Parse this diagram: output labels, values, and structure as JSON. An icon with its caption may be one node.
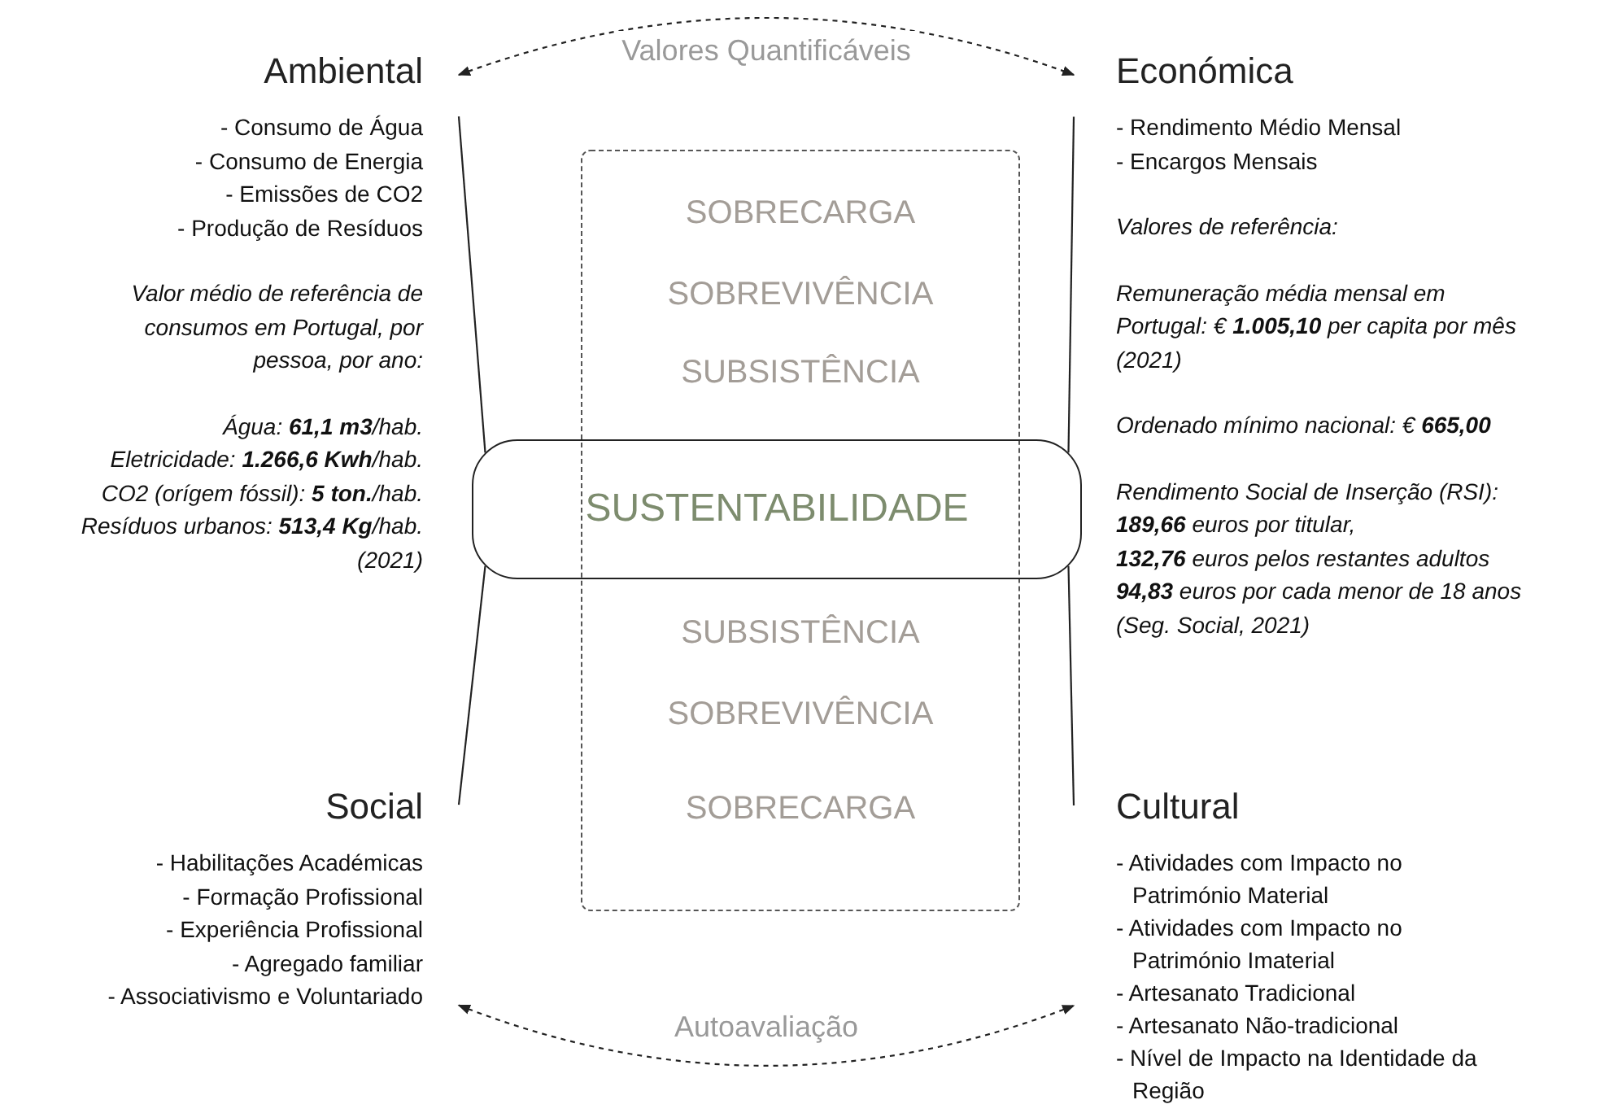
{
  "diagram": {
    "nodes": [
      {
        "text": [
          "Ambiental",
          "- Consumo de Água",
          "- Consumo de Energia",
          "- Emissões de CO2",
          "- Produção de Resíduos",
          "Valor médio de referência de consumos em Portugal, por pessoa, por ano:",
          "Água: **61,1 m3**/hab.",
          "Eletricidade: **1.266,6 Kwh**/hab.",
          "CO2 (orígem fóssil): **5 ton.**/hab.",
          "Resíduos urbanos: **513,4 Kg**/hab.",
          "(2021)"
        ]
      },
      {
        "text": [
          "Económica",
          "- Rendimento Médio Mensal",
          "- Encargos Mensais",
          "Valores de referência:",
          "Remuneração média mensal em Portugal: € **1.005,10** per capita por mês (2021)",
          "Ordenado mínimo nacional: € **665,00**",
          "Rendimento Social de Inserção (RSI):",
          "**189,66** euros por titular,",
          "**132,76** euros pelos restantes adultos",
          "**94,83** euros por cada menor de 18 anos",
          "(Seg. Social, 2021)"
        ]
      },
      {
        "text": [
          "SOBRECARGA",
          "SOBREVIVÊNCIA",
          "SUBSISTÊNCIA",
          "SUBSISTÊNCIA",
          "SOBREVIVÊNCIA",
          "SOBRECARGA"
        ]
      },
      {
        "text": [
          "SUSTENTABILIDADE"
        ]
      },
      {
        "text": [
          "Social",
          "- Habilitações Académicas",
          "- Formação Profissional",
          "- Experiência Profissional",
          "- Agregado familiar",
          "- Associativismo e Voluntariado"
        ]
      },
      {
        "text": [
          "Cultural",
          "- Atividades com Impacto no Património Material",
          "- Atividades com Impacto no Património Imaterial",
          "- Artesanato Tradicional",
          "- Artesanato Não-tradicional",
          "- Nível de Impacto na Identidade da Região"
        ]
      }
    ],
    "edges": [
      {
        "from": 0,
        "to": 1,
        "arrow": "both",
        "style": "dashed",
        "label": "Valores Quantificáveis"
      },
      {
        "from": 4,
        "to": 5,
        "arrow": "both",
        "style": "dashed",
        "label": "Autoavaliação"
      },
      {
        "from": 0,
        "to": 3,
        "arrow": "none"
      },
      {
        "from": 1,
        "to": 3,
        "arrow": "none"
      },
      {
        "from": 4,
        "to": 3,
        "arrow": "none"
      },
      {
        "from": 5,
        "to": 3,
        "arrow": "none"
      }
    ]
  }
}
